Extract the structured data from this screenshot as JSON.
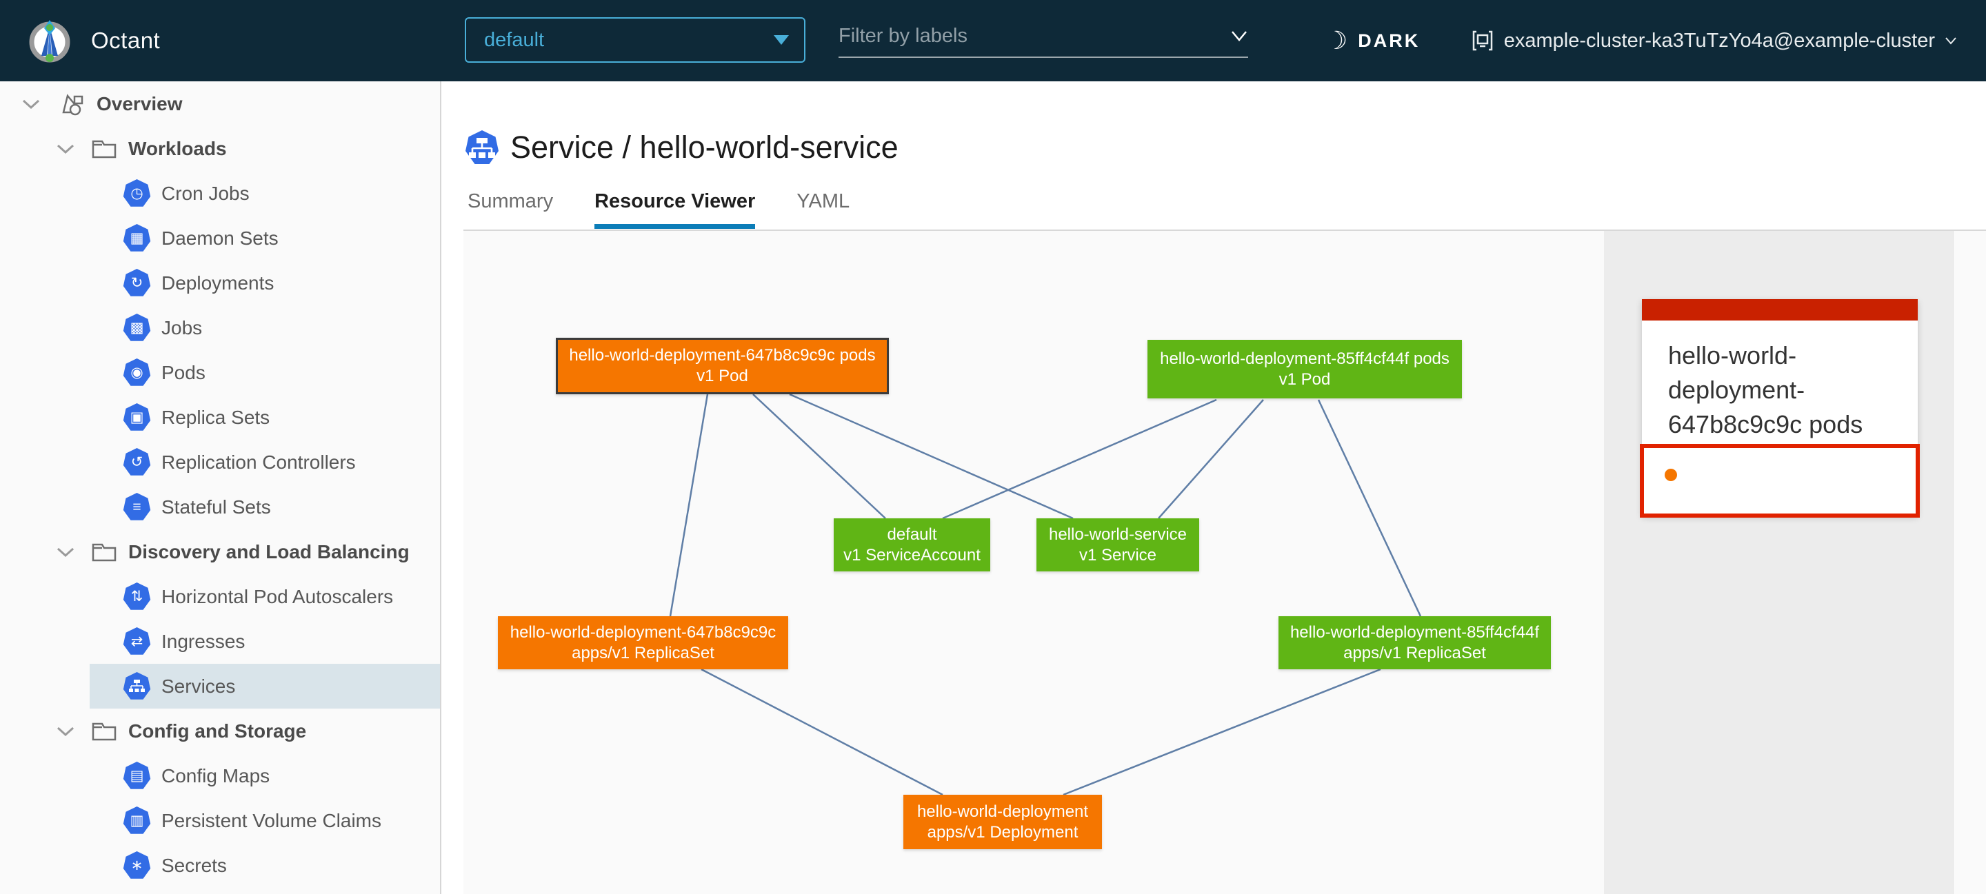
{
  "header": {
    "app_title": "Octant",
    "namespace_dropdown": {
      "value": "default"
    },
    "filter": {
      "placeholder": "Filter by labels"
    },
    "theme_toggle_label": "DARK",
    "context": "example-cluster-ka3TuTzYo4a@example-cluster",
    "icons": {
      "moon": "☾"
    }
  },
  "sidebar": {
    "root": {
      "label": "Overview"
    },
    "groups": [
      {
        "label": "Workloads",
        "items": [
          {
            "label": "Cron Jobs",
            "glyph": "◷"
          },
          {
            "label": "Daemon Sets",
            "glyph": "▦"
          },
          {
            "label": "Deployments",
            "glyph": "↻"
          },
          {
            "label": "Jobs",
            "glyph": "▩"
          },
          {
            "label": "Pods",
            "glyph": "◉"
          },
          {
            "label": "Replica Sets",
            "glyph": "▣"
          },
          {
            "label": "Replication Controllers",
            "glyph": "↺"
          },
          {
            "label": "Stateful Sets",
            "glyph": "≡"
          }
        ]
      },
      {
        "label": "Discovery and Load Balancing",
        "items": [
          {
            "label": "Horizontal Pod Autoscalers",
            "glyph": "⇅"
          },
          {
            "label": "Ingresses",
            "glyph": "⇄"
          },
          {
            "label": "Services",
            "selected": true
          }
        ]
      },
      {
        "label": "Config and Storage",
        "items": [
          {
            "label": "Config Maps",
            "glyph": "▤"
          },
          {
            "label": "Persistent Volume Claims",
            "glyph": "▥"
          },
          {
            "label": "Secrets",
            "glyph": "∗"
          }
        ]
      }
    ]
  },
  "page": {
    "title": "Service / hello-world-service",
    "tabs": [
      {
        "label": "Summary"
      },
      {
        "label": "Resource Viewer",
        "active": true
      },
      {
        "label": "YAML"
      }
    ]
  },
  "graph": {
    "nodes": [
      {
        "name": "hello-world-deployment-647b8c9c9c pods",
        "kind": "v1 Pod",
        "status": "warning-orange",
        "selected": true
      },
      {
        "name": "hello-world-deployment-85ff4cf44f pods",
        "kind": "v1 Pod",
        "status": "ok-green"
      },
      {
        "name": "default",
        "kind": "v1 ServiceAccount",
        "status": "ok-green"
      },
      {
        "name": "hello-world-service",
        "kind": "v1 Service",
        "status": "ok-green"
      },
      {
        "name": "hello-world-deployment-647b8c9c9c",
        "kind": "apps/v1 ReplicaSet",
        "status": "warning-orange"
      },
      {
        "name": "hello-world-deployment-85ff4cf44f",
        "kind": "apps/v1 ReplicaSet",
        "status": "ok-green"
      },
      {
        "name": "hello-world-deployment",
        "kind": "apps/v1 Deployment",
        "status": "warning-orange"
      }
    ]
  },
  "detail_panel": {
    "selected_node_title": "hello-world-deployment-647b8c9c9c pods",
    "status_dot": "orange-warning"
  },
  "colors": {
    "header_bg": "#0e2938",
    "accent_blue": "#49afd9",
    "k8s_blue": "#326ce5",
    "ok_green": "#60b515",
    "warning_orange": "#f57600",
    "error_red": "#c92100",
    "highlight_red": "#e12200",
    "edge_blue": "#5f7ea6",
    "active_tab_underline": "#0c7db8",
    "selected_nav_bg": "#d9e4ea"
  }
}
